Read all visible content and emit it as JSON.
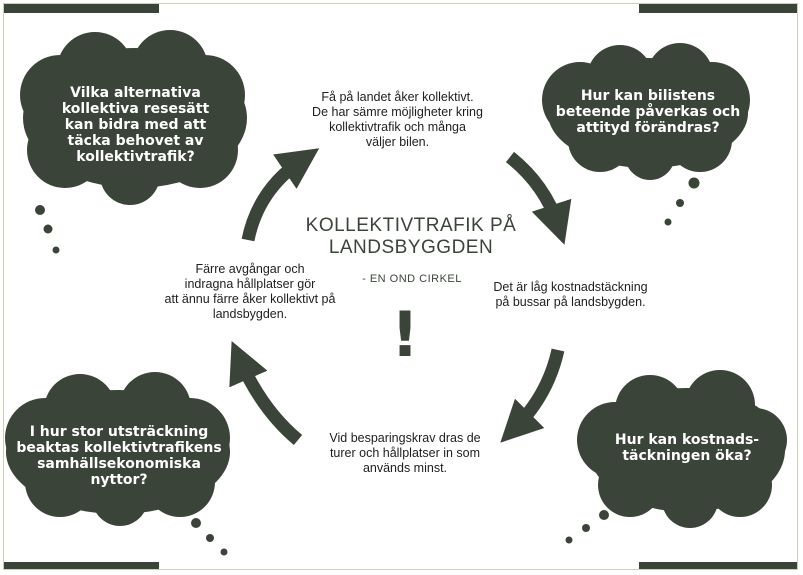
{
  "colors": {
    "dark": "#3b4439",
    "border": "#c8d2b2",
    "text": "#1e1e1e"
  },
  "title": "KOLLEKTIVTRAFIK PÅ\nLANDSBYGGDEN",
  "subtitle": "- EN OND CIRKEL",
  "exclamation": "!",
  "cycle": {
    "top": "Få på landet åker kollektivt.\nDe har sämre möjligheter kring\nkollektivtrafik och många\nväljer bilen.",
    "right": "Det är låg kostnadstäckning\npå bussar på landsbygden.",
    "bottom": "Vid besparingskrav dras de\nturer och hållplatser in som\nanvänds minst.",
    "left": "Färre avgångar och\nindragna hållplatser gör\natt ännu färre åker kollektivt på\nlandsbygden."
  },
  "questions": {
    "top_left": "Vilka alternativa\nkollektiva resesätt\nkan bidra med att\ntäcka behovet av\nkollektivtrafik?",
    "top_right": "Hur kan bilistens\nbeteende påverkas och\nattityd förändras?",
    "bottom_left": "I hur stor utsträckning\nbeaktas kollektivtrafikens\nsamhällsekonomiska\nnyttor?",
    "bottom_right": "Hur kan kostnads-\ntäckningen öka?"
  },
  "icons": {
    "arrow": "curved-arrow-icon",
    "cloud": "thought-cloud-icon"
  }
}
